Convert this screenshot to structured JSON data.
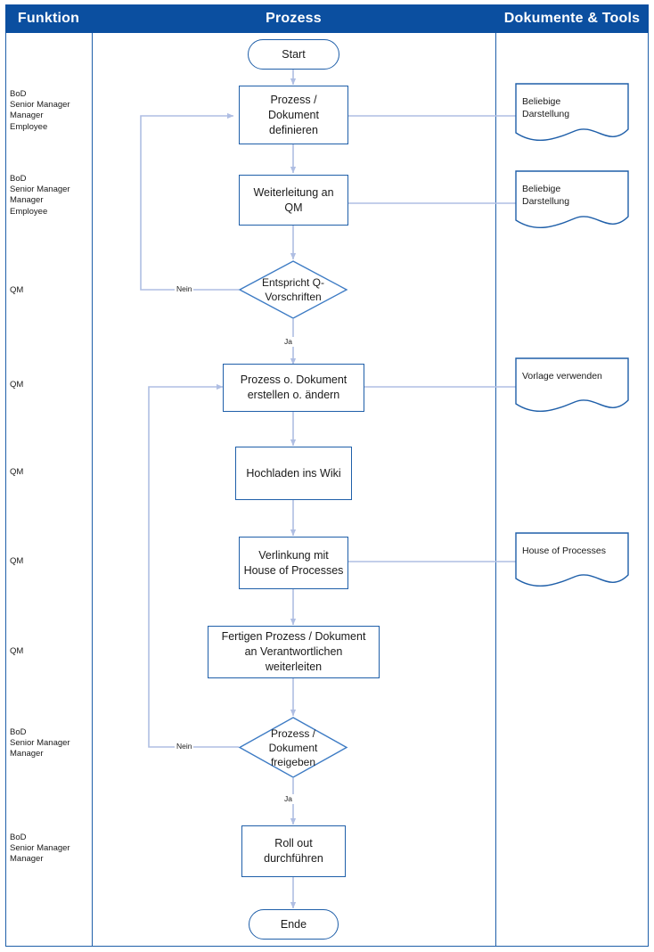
{
  "header": {
    "columns": [
      {
        "id": "funktion",
        "label": "Funktion"
      },
      {
        "id": "prozess",
        "label": "Prozess"
      },
      {
        "id": "dokumente",
        "label": "Dokumente & Tools"
      }
    ],
    "background_color": "#0B4FA0",
    "text_color": "#FFFFFF"
  },
  "colors": {
    "border_blue": "#1F5FA9",
    "connector_blue": "#AFBEE3",
    "decision_border": "#3D7BC4",
    "page_background": "#FFFFFF",
    "text": "#1A1A1A"
  },
  "roles": [
    {
      "id": "role-1",
      "text": "BoD\nSenior Manager\nManager\nEmployee"
    },
    {
      "id": "role-2",
      "text": "BoD\nSenior Manager\nManager\nEmployee"
    },
    {
      "id": "role-3",
      "text": "QM"
    },
    {
      "id": "role-4",
      "text": "QM"
    },
    {
      "id": "role-5",
      "text": "QM"
    },
    {
      "id": "role-6",
      "text": "QM"
    },
    {
      "id": "role-7",
      "text": "QM"
    },
    {
      "id": "role-8",
      "text": "BoD\nSenior Manager\nManager"
    },
    {
      "id": "role-9",
      "text": "BoD\nSenior Manager\nManager"
    }
  ],
  "flow": {
    "nodes": [
      {
        "id": "start",
        "type": "terminator",
        "label": "Start"
      },
      {
        "id": "define",
        "type": "process",
        "label": "Prozess /\nDokument\ndefinieren"
      },
      {
        "id": "forward-qm",
        "type": "process",
        "label": "Weiterleitung an\nQM"
      },
      {
        "id": "check-q",
        "type": "decision",
        "label": "Entspricht Q-\nVorschriften"
      },
      {
        "id": "create",
        "type": "process",
        "label": "Prozess o. Dokument\nerstellen o. ändern"
      },
      {
        "id": "upload",
        "type": "process",
        "label": "Hochladen ins Wiki"
      },
      {
        "id": "link-hop",
        "type": "process",
        "label": "Verlinkung mit\nHouse of Processes"
      },
      {
        "id": "handover",
        "type": "process",
        "label": "Fertigen Prozess / Dokument\nan Verantwortlichen\nweiterleiten"
      },
      {
        "id": "release",
        "type": "decision",
        "label": "Prozess /\nDokument\nfreigeben"
      },
      {
        "id": "rollout",
        "type": "process",
        "label": "Roll out\ndurchführen"
      },
      {
        "id": "end",
        "type": "terminator",
        "label": "Ende"
      }
    ],
    "branch_labels": [
      {
        "id": "check-q-no",
        "label": "Nein"
      },
      {
        "id": "check-q-yes",
        "label": "Ja"
      },
      {
        "id": "release-no",
        "label": "Nein"
      },
      {
        "id": "release-yes",
        "label": "Ja"
      }
    ]
  },
  "documents": [
    {
      "id": "doc-1",
      "label": "Beliebige\nDarstellung"
    },
    {
      "id": "doc-2",
      "label": "Beliebige\nDarstellung"
    },
    {
      "id": "doc-3",
      "label": "Vorlage verwenden"
    },
    {
      "id": "doc-4",
      "label": "House of Processes"
    }
  ],
  "chart_data": {
    "type": "diagram",
    "title": "Prozess / Dokument Freigabe Workflow (Swimlane)",
    "lanes": [
      "Funktion",
      "Prozess",
      "Dokumente & Tools"
    ],
    "steps": [
      {
        "step": 1,
        "node": "Start",
        "shape": "terminator",
        "roles": []
      },
      {
        "step": 2,
        "node": "Prozess / Dokument definieren",
        "shape": "process",
        "roles": [
          "BoD",
          "Senior Manager",
          "Manager",
          "Employee"
        ],
        "document": "Beliebige Darstellung"
      },
      {
        "step": 3,
        "node": "Weiterleitung an QM",
        "shape": "process",
        "roles": [
          "BoD",
          "Senior Manager",
          "Manager",
          "Employee"
        ],
        "document": "Beliebige Darstellung"
      },
      {
        "step": 4,
        "node": "Entspricht Q-Vorschriften",
        "shape": "decision",
        "roles": [
          "QM"
        ],
        "branches": {
          "Ja": "Prozess o. Dokument erstellen o. ändern",
          "Nein": "Prozess / Dokument definieren"
        }
      },
      {
        "step": 5,
        "node": "Prozess o. Dokument erstellen o. ändern",
        "shape": "process",
        "roles": [
          "QM"
        ],
        "document": "Vorlage verwenden"
      },
      {
        "step": 6,
        "node": "Hochladen ins Wiki",
        "shape": "process",
        "roles": [
          "QM"
        ]
      },
      {
        "step": 7,
        "node": "Verlinkung mit House of Processes",
        "shape": "process",
        "roles": [
          "QM"
        ],
        "document": "House of Processes"
      },
      {
        "step": 8,
        "node": "Fertigen Prozess / Dokument an Verantwortlichen weiterleiten",
        "shape": "process",
        "roles": [
          "QM"
        ]
      },
      {
        "step": 9,
        "node": "Prozess / Dokument freigeben",
        "shape": "decision",
        "roles": [
          "BoD",
          "Senior Manager",
          "Manager"
        ],
        "branches": {
          "Ja": "Roll out durchführen",
          "Nein": "Prozess o. Dokument erstellen o. ändern"
        }
      },
      {
        "step": 10,
        "node": "Roll out durchführen",
        "shape": "process",
        "roles": [
          "BoD",
          "Senior Manager",
          "Manager"
        ]
      },
      {
        "step": 11,
        "node": "Ende",
        "shape": "terminator",
        "roles": []
      }
    ]
  }
}
